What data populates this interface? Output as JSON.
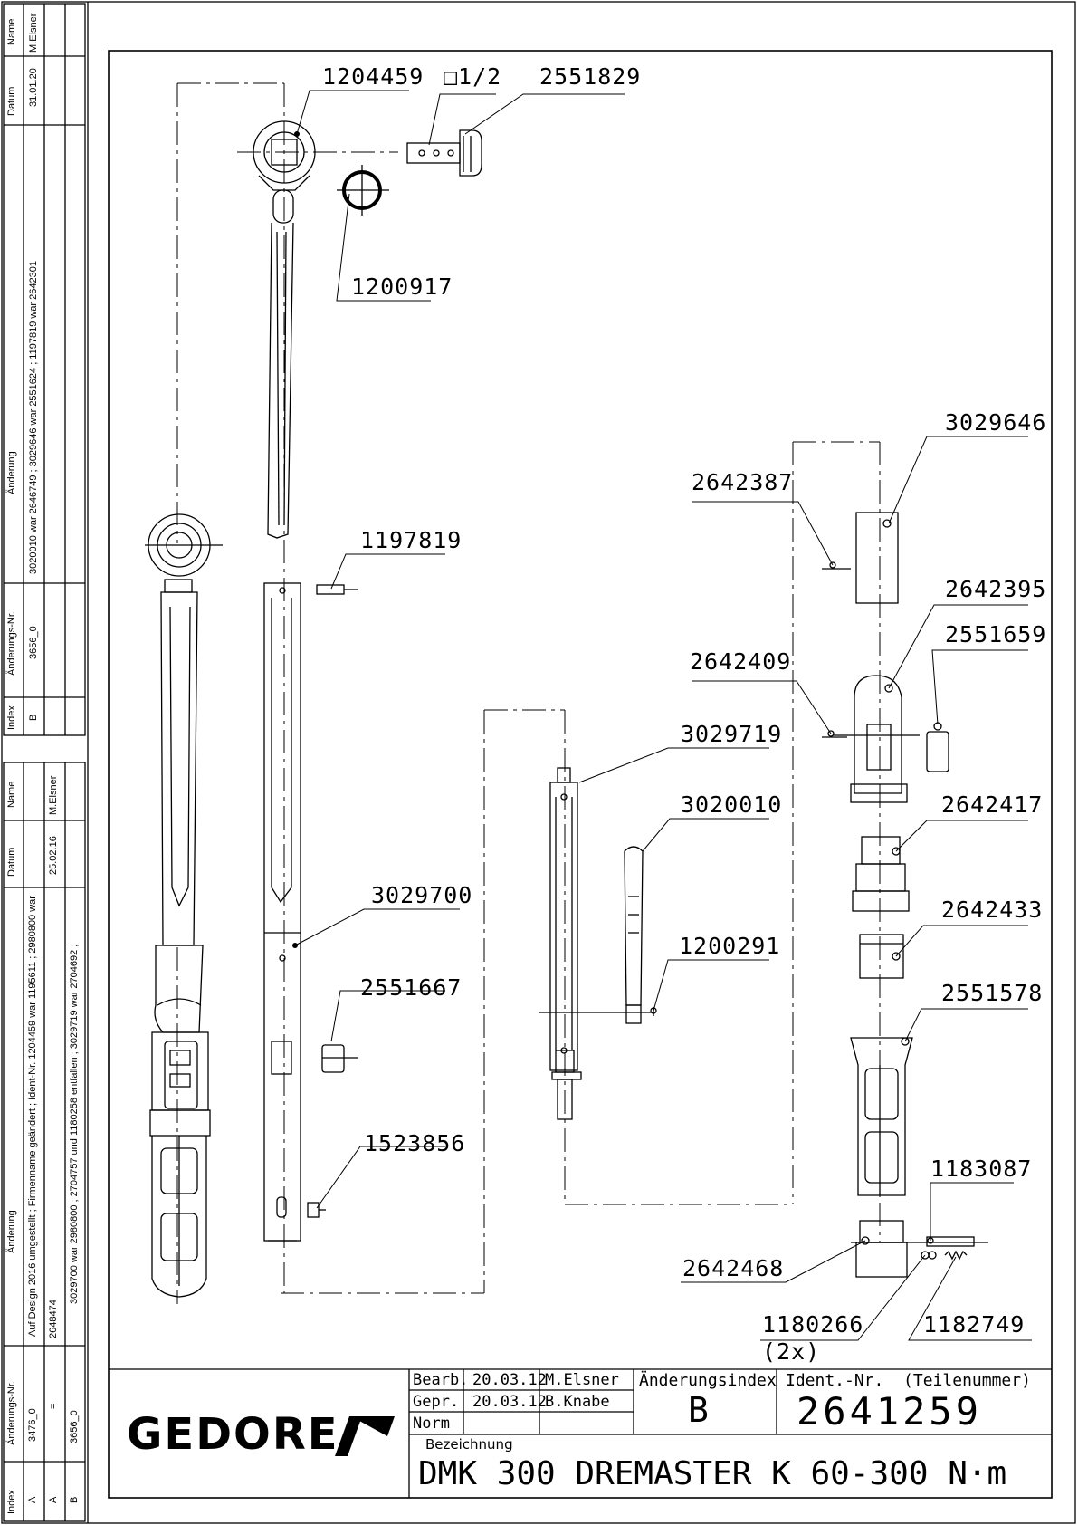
{
  "revision_table_top": {
    "headers": {
      "index": "Index",
      "nr": "Änderungs-Nr.",
      "change": "Änderung",
      "date": "Datum",
      "name": "Name"
    },
    "row": {
      "index": "B",
      "nr": "3656_0",
      "change": "3020010 war 2646749 ; 3029646 war 2551624 ; 1197819 war 2642301",
      "date": "31.01.20",
      "name": "M.Elsner"
    }
  },
  "revision_table_bottom": {
    "headers": {
      "index": "Index",
      "nr": "Änderungs-Nr.",
      "change": "Änderung",
      "date": "Datum",
      "name": "Name"
    },
    "rows": [
      {
        "index": "A",
        "nr": "3476_0",
        "change": "Auf Design 2016 umgestellt ; Firmenname geändert ; Ident-Nr. 1204459 war 1195611 ; 2980800 war",
        "date": "25.02.16",
        "name": "M.Elsner"
      },
      {
        "index": "A",
        "nr": "=",
        "change": "2648474",
        "date": "",
        "name": ""
      },
      {
        "index": "B",
        "nr": "3656_0",
        "change": "3029700 war 2980800 ; 2704757 und 1180258 entfallen ; 3029719 war 2704692 ;",
        "date": "",
        "name": ""
      }
    ]
  },
  "parts": {
    "p1204459": "1204459",
    "square": "□1/2",
    "p2551829": "2551829",
    "p1200917": "1200917",
    "p1197819": "1197819",
    "p3029700": "3029700",
    "p2551667": "2551667",
    "p1523856": "1523856",
    "p3029719": "3029719",
    "p3020010": "3020010",
    "p1200291": "1200291",
    "p3029646": "3029646",
    "p2642387": "2642387",
    "p2642395": "2642395",
    "p2551659": "2551659",
    "p2642409": "2642409",
    "p2642417": "2642417",
    "p2642433": "2642433",
    "p2551578": "2551578",
    "p1183087": "1183087",
    "p2642468": "2642468",
    "p1180266": "1180266",
    "qty2x": "(2x)",
    "p1182749": "1182749"
  },
  "title_block": {
    "logo": "GEDORE",
    "bearb_label": "Bearb.",
    "bearb_date": "20.03.12",
    "bearb_name": "M.Elsner",
    "gepr_label": "Gepr.",
    "gepr_date": "20.03.12",
    "gepr_name": "B.Knabe",
    "norm_label": "Norm",
    "aenderungsindex_label": "Änderungsindex",
    "aenderungsindex_value": "B",
    "ident_label": "Ident.-Nr.  (Teilenummer)",
    "ident_value": "2641259",
    "bezeichnung_label": "Bezeichnung",
    "bezeichnung_value": "DMK 300 DREMASTER K 60-300 N·m"
  }
}
